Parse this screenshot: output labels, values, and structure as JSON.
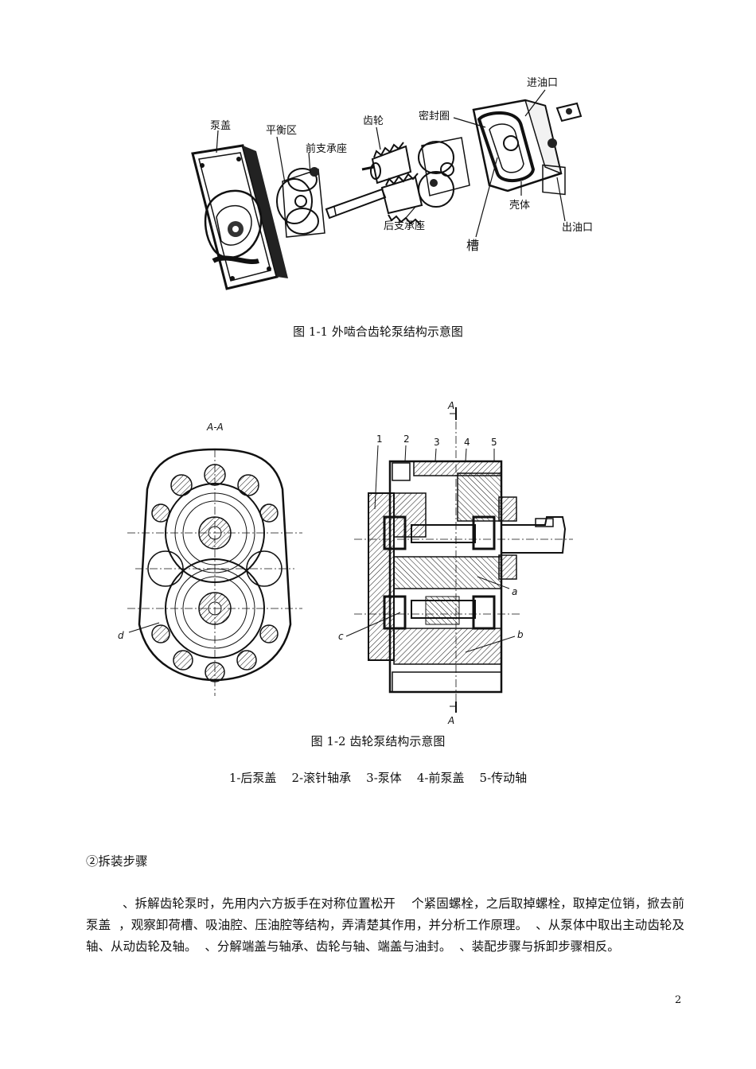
{
  "figure1": {
    "labels": {
      "pump_cover": "泵盖",
      "balance_zone": "平衡区",
      "gear": "齿轮",
      "front_bearing_seat": "前支承座",
      "seal_ring": "密封圈",
      "inlet": "进油口",
      "rear_bearing_seat": "后支承座",
      "housing": "壳体",
      "outlet": "出油口",
      "groove": "槽"
    },
    "caption": "图 1-1  外啮合齿轮泵结构示意图"
  },
  "figure2": {
    "section_label": "A-A",
    "section_mark_top": "A",
    "section_mark_bottom": "A",
    "part_numbers": [
      "1",
      "2",
      "3",
      "4",
      "5"
    ],
    "letter_a": "a",
    "letter_b": "b",
    "letter_c": "c",
    "letter_d": "d",
    "caption": "图 1-2  齿轮泵结构示意图",
    "legend": "1-后泵盖    2-滚针轴承    3-泵体    4-前泵盖    5-传动轴"
  },
  "section": {
    "heading": "②拆装步骤",
    "paragraph": "、拆解齿轮泵时，先用内六方扳手在对称位置松开    个紧固螺栓，之后取掉螺栓，取掉定位销，掀去前泵盖  ，观察卸荷槽、吸油腔、压油腔等结构，弄清楚其作用，并分析工作原理。  、从泵体中取出主动齿轮及轴、从动齿轮及轴。  、分解端盖与轴承、齿轮与轴、端盖与油封。  、装配步骤与拆卸步骤相反。"
  },
  "page_number": "2"
}
